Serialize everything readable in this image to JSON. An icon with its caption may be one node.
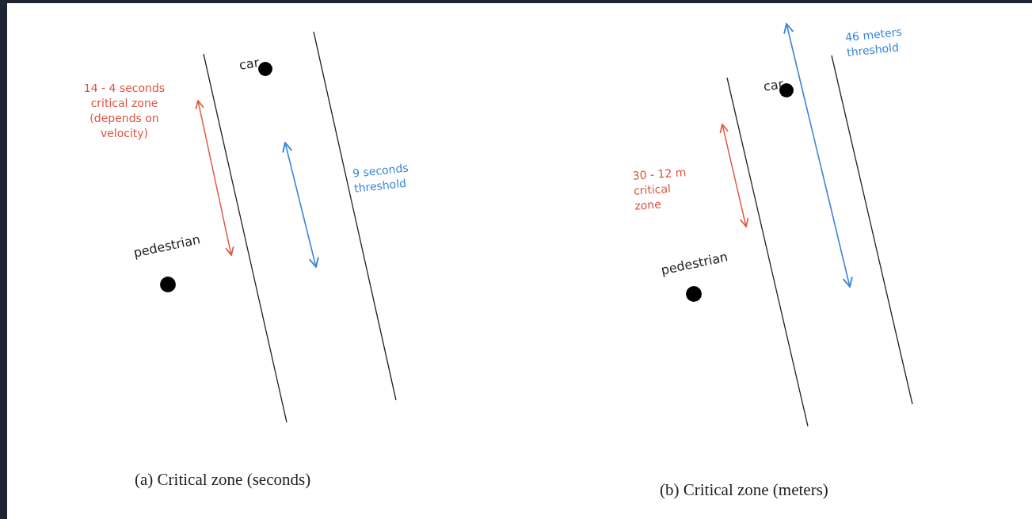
{
  "diagram": {
    "nodes": [
      {
        "text": [],
        "shape": "circle",
        "beside": [
          "car"
        ]
      },
      {
        "text": [],
        "shape": "circle",
        "beside": [
          "pedestrian"
        ]
      },
      {
        "text": [],
        "shape": "circle",
        "beside": [
          "car"
        ]
      },
      {
        "text": [],
        "shape": "circle",
        "beside": [
          "pedestrian"
        ]
      }
    ],
    "labels": [
      "14 - 4 seconds critical zone (depends on velocity)",
      "9 seconds threshold",
      "(a) Critical zone (seconds)",
      "46 meters threshold",
      "30 - 12 m critical zone",
      "(b) Critical zone (meters)"
    ]
  }
}
